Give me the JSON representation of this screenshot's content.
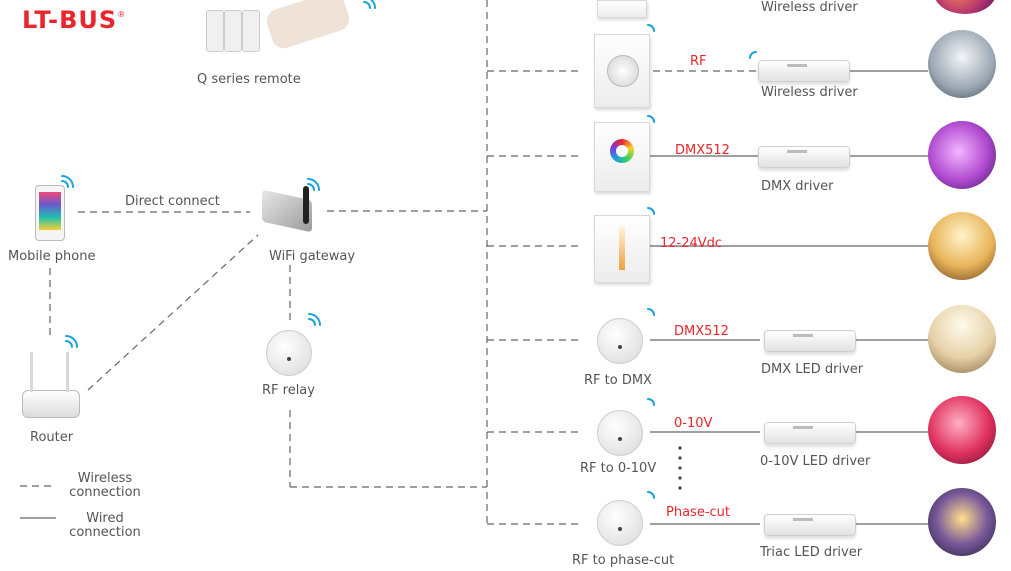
{
  "logo": {
    "text": "LT-BUS",
    "mark": "®",
    "color": "#e8262b"
  },
  "labels": {
    "q_remote": "Q series remote",
    "direct_connect": "Direct connect",
    "mobile_phone": "Mobile phone",
    "wifi_gateway": "WiFi gateway",
    "rf_relay": "RF relay",
    "router": "Router",
    "rf_to_dmx": "RF to DMX",
    "rf_to_010v": "RF to 0-10V",
    "rf_to_phase": "RF to phase-cut"
  },
  "legend": {
    "wireless": "Wireless\nconnection",
    "wired": "Wired\nconnection"
  },
  "rows": [
    {
      "driver": "Wireless driver",
      "signal": ""
    },
    {
      "driver": "Wireless driver",
      "signal": "RF"
    },
    {
      "driver": "DMX driver",
      "signal": "DMX512"
    },
    {
      "driver": "",
      "signal": "12-24Vdc"
    },
    {
      "driver": "DMX LED driver",
      "signal": "DMX512"
    },
    {
      "driver": "0-10V LED driver",
      "signal": "0-10V"
    },
    {
      "driver": "Triac LED driver",
      "signal": "Phase-cut"
    }
  ],
  "colors": {
    "accent": "#e8262b",
    "line": "#666666",
    "wifi": "#1aa3d9",
    "text": "#555555"
  },
  "icons": [
    "wifi-icon",
    "remote-icon",
    "phone-icon",
    "router-icon",
    "gateway-icon",
    "relay-icon",
    "panel-icon",
    "driver-icon",
    "scene-photo"
  ]
}
